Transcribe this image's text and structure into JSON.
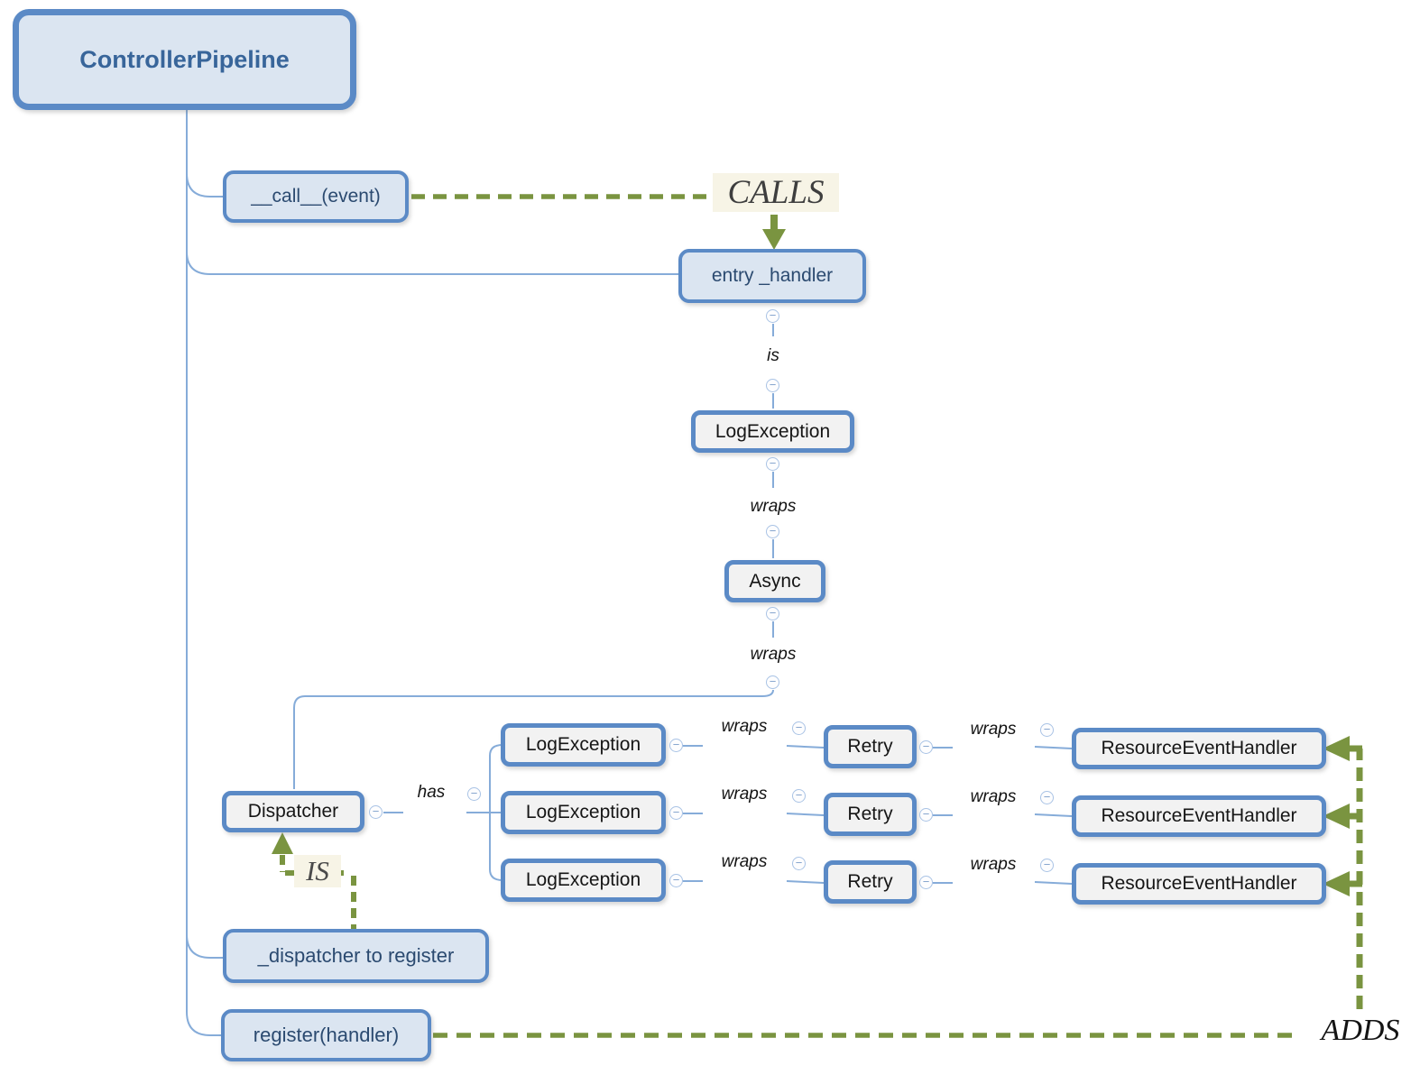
{
  "root": {
    "label": "ControllerPipeline"
  },
  "methods": {
    "call": "__call__(event)",
    "entry_handler": "entry _handler",
    "dispatcher_to_register": "_dispatcher to register",
    "register": "register(handler)"
  },
  "chain": {
    "is_label": "is",
    "log_exception": "LogException",
    "wraps_label_1": "wraps",
    "async": "Async",
    "wraps_label_2": "wraps",
    "dispatcher": "Dispatcher",
    "has_label": "has"
  },
  "rows": [
    {
      "log_exception": "LogException",
      "wraps_1": "wraps",
      "retry": "Retry",
      "wraps_2": "wraps",
      "handler": "ResourceEventHandler"
    },
    {
      "log_exception": "LogException",
      "wraps_1": "wraps",
      "retry": "Retry",
      "wraps_2": "wraps",
      "handler": "ResourceEventHandler"
    },
    {
      "log_exception": "LogException",
      "wraps_1": "wraps",
      "retry": "Retry",
      "wraps_2": "wraps",
      "handler": "ResourceEventHandler"
    }
  ],
  "relations": {
    "calls": "CALLS",
    "is": "IS",
    "adds": "ADDS"
  },
  "icons": {
    "collapse": "−"
  },
  "colors": {
    "node_border_blue": "#5b8ac6",
    "node_fill_blue": "#dbe5f1",
    "node_fill_gray": "#f2f2f2",
    "node_text_blue": "#2b4a70",
    "connector_blue": "#86acd9",
    "relation_green": "#7a9440",
    "relation_text_gray": "#3e3e3e",
    "collapse_icon_blue": "#a9c3e5"
  }
}
